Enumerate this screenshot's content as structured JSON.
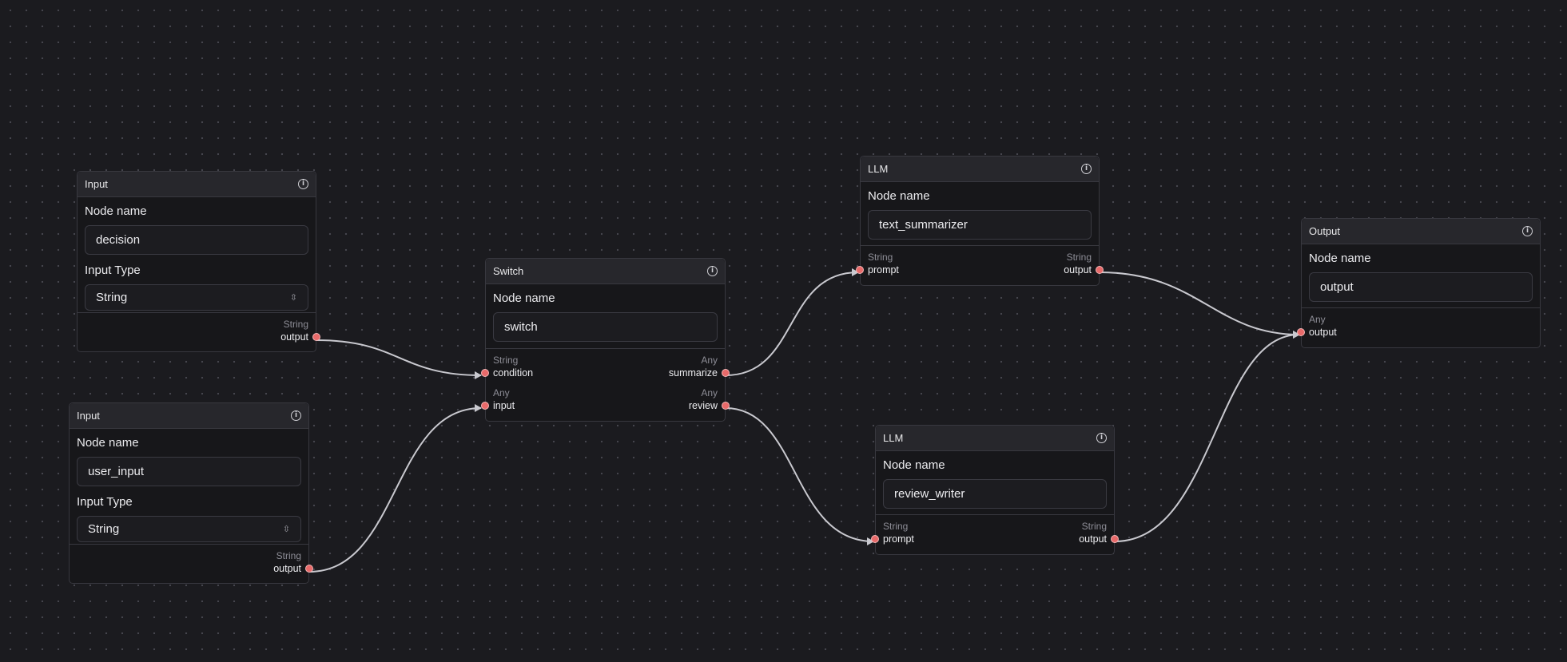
{
  "colors": {
    "background": "#1b1b1f",
    "node_bg": "#17171a",
    "header_bg": "#27272c",
    "port": "#e86a6a",
    "edge": "#c9c9cf"
  },
  "nodes": {
    "input1": {
      "type": "Input",
      "field_label": "Node name",
      "name": "decision",
      "type_label": "Input Type",
      "type_value": "String",
      "outputs": [
        {
          "type": "String",
          "name": "output"
        }
      ]
    },
    "input2": {
      "type": "Input",
      "field_label": "Node name",
      "name": "user_input",
      "type_label": "Input Type",
      "type_value": "String",
      "outputs": [
        {
          "type": "String",
          "name": "output"
        }
      ]
    },
    "switch": {
      "type": "Switch",
      "field_label": "Node name",
      "name": "switch",
      "inputs": [
        {
          "type": "String",
          "name": "condition"
        },
        {
          "type": "Any",
          "name": "input"
        }
      ],
      "outputs": [
        {
          "type": "Any",
          "name": "summarize"
        },
        {
          "type": "Any",
          "name": "review"
        }
      ]
    },
    "llm1": {
      "type": "LLM",
      "field_label": "Node name",
      "name": "text_summarizer",
      "inputs": [
        {
          "type": "String",
          "name": "prompt"
        }
      ],
      "outputs": [
        {
          "type": "String",
          "name": "output"
        }
      ]
    },
    "llm2": {
      "type": "LLM",
      "field_label": "Node name",
      "name": "review_writer",
      "inputs": [
        {
          "type": "String",
          "name": "prompt"
        }
      ],
      "outputs": [
        {
          "type": "String",
          "name": "output"
        }
      ]
    },
    "output": {
      "type": "Output",
      "field_label": "Node name",
      "name": "output",
      "inputs": [
        {
          "type": "Any",
          "name": "output"
        }
      ]
    }
  },
  "edges": [
    {
      "from": "input1.output",
      "to": "switch.condition"
    },
    {
      "from": "input2.output",
      "to": "switch.input"
    },
    {
      "from": "switch.summarize",
      "to": "llm1.prompt"
    },
    {
      "from": "switch.review",
      "to": "llm2.prompt"
    },
    {
      "from": "llm1.output",
      "to": "output.output"
    },
    {
      "from": "llm2.output",
      "to": "output.output"
    }
  ]
}
